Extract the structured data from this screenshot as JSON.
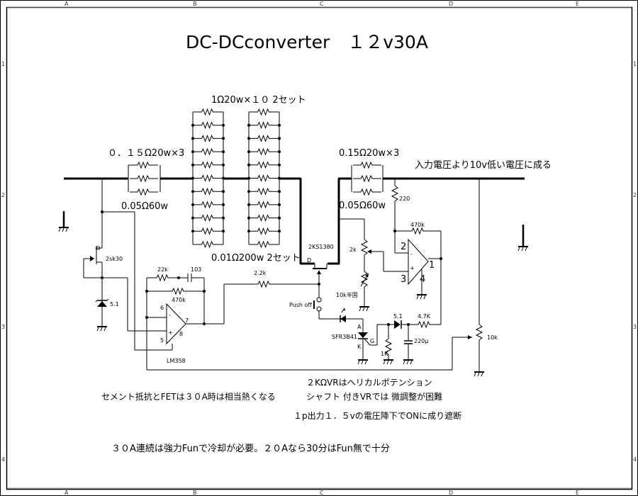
{
  "title": "DC-DCconverter　１２v30A",
  "frame": {
    "columns": [
      "A",
      "B",
      "C",
      "D",
      "E"
    ],
    "rows": [
      "1",
      "2",
      "3",
      "4"
    ]
  },
  "labels": {
    "input_shunt": "０．１５Ω20w×3",
    "input_shunt_total": "0.05Ω60w",
    "load_bank": "1Ω20w×１０ 2セット",
    "load_bank_total": "0.01Ω200w 2セット",
    "output_shunt": "0.15Ω20w×3",
    "output_shunt_total": "0.05Ω60w",
    "output_note": "入力電圧より10v低い電圧に成る"
  },
  "components": {
    "jfet": "2sk30",
    "jfet_pin": "D",
    "zener_left": "5.1",
    "opamp_left": "LM358",
    "opamp_left_pins": [
      "6",
      "-",
      "+",
      "5",
      "7",
      "8"
    ],
    "r_22k": "22k",
    "c_103": "103",
    "r_470k_left": "470k",
    "r_2_2k": "2.2k",
    "fet": "2KS1380",
    "fet_pin": "D",
    "push_switch": "Push off",
    "vr_2k": "2k",
    "vr_10k_semi": "10k半固",
    "r_220": "220",
    "r_470k_right": "470k",
    "opamp_right_pins": [
      "2",
      "-",
      "+",
      "3",
      "1",
      "4"
    ],
    "scr": "SFR3B41",
    "scr_pins": [
      "A",
      "K",
      "G"
    ],
    "zener_right": "5.1",
    "r_4_7k": "4.7K",
    "r_1k": "1K",
    "c_220u": "220μ",
    "vr_10k": "10k"
  },
  "notes": {
    "heat": "セメント抵抗とFETは３０A時は相当熱くなる",
    "vr_line1": "２KΩVRはヘリカルポテンション",
    "vr_line2": "シャフト 付きVRでは 微調整が困難",
    "cutoff": "１p出力１．５vの電圧降下でONに成り遮断",
    "cooling": "３０A連続は強力Funで冷却が必要。２０Aなら30分はFun無で十分"
  }
}
